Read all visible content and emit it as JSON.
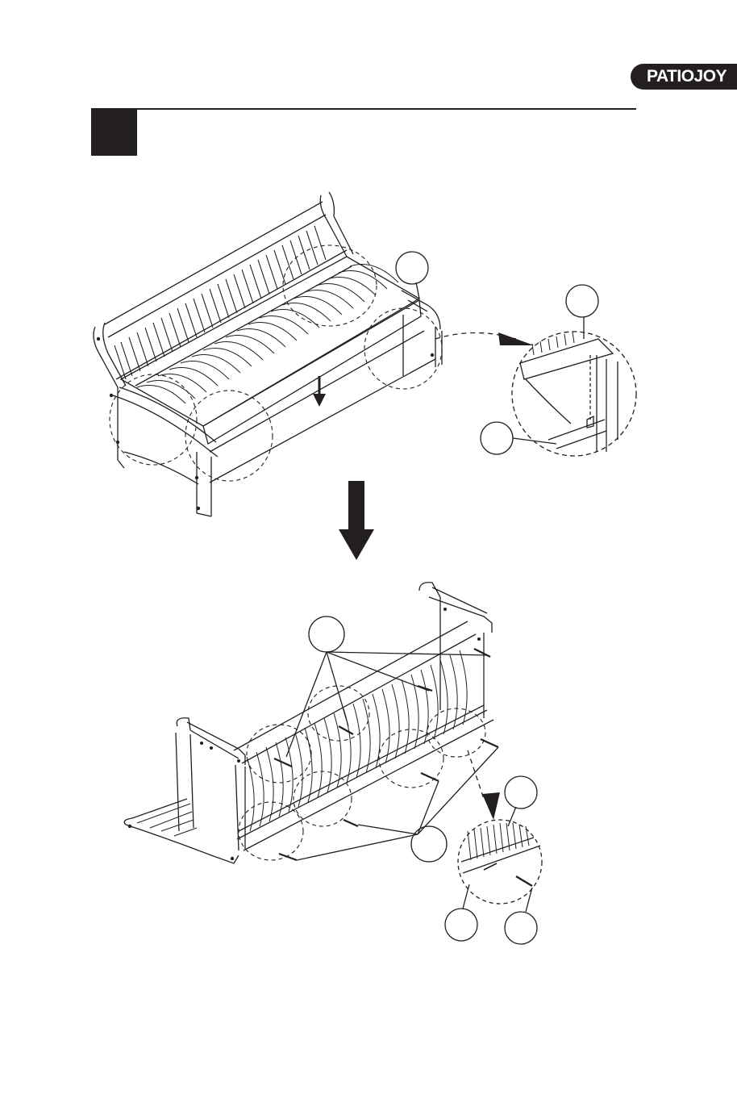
{
  "brand": {
    "logo_text": "PATIOJOY",
    "logo_bg": "#231f20",
    "logo_fg": "#ffffff"
  },
  "step": {
    "number": ""
  },
  "diagram": {
    "stroke_color": "#231f20",
    "top_illustration": "bench-top-view",
    "bottom_illustration": "bench-underside-view",
    "callouts_top": [
      "",
      "",
      ""
    ],
    "callouts_bottom": [
      "",
      "",
      "",
      "",
      ""
    ]
  }
}
